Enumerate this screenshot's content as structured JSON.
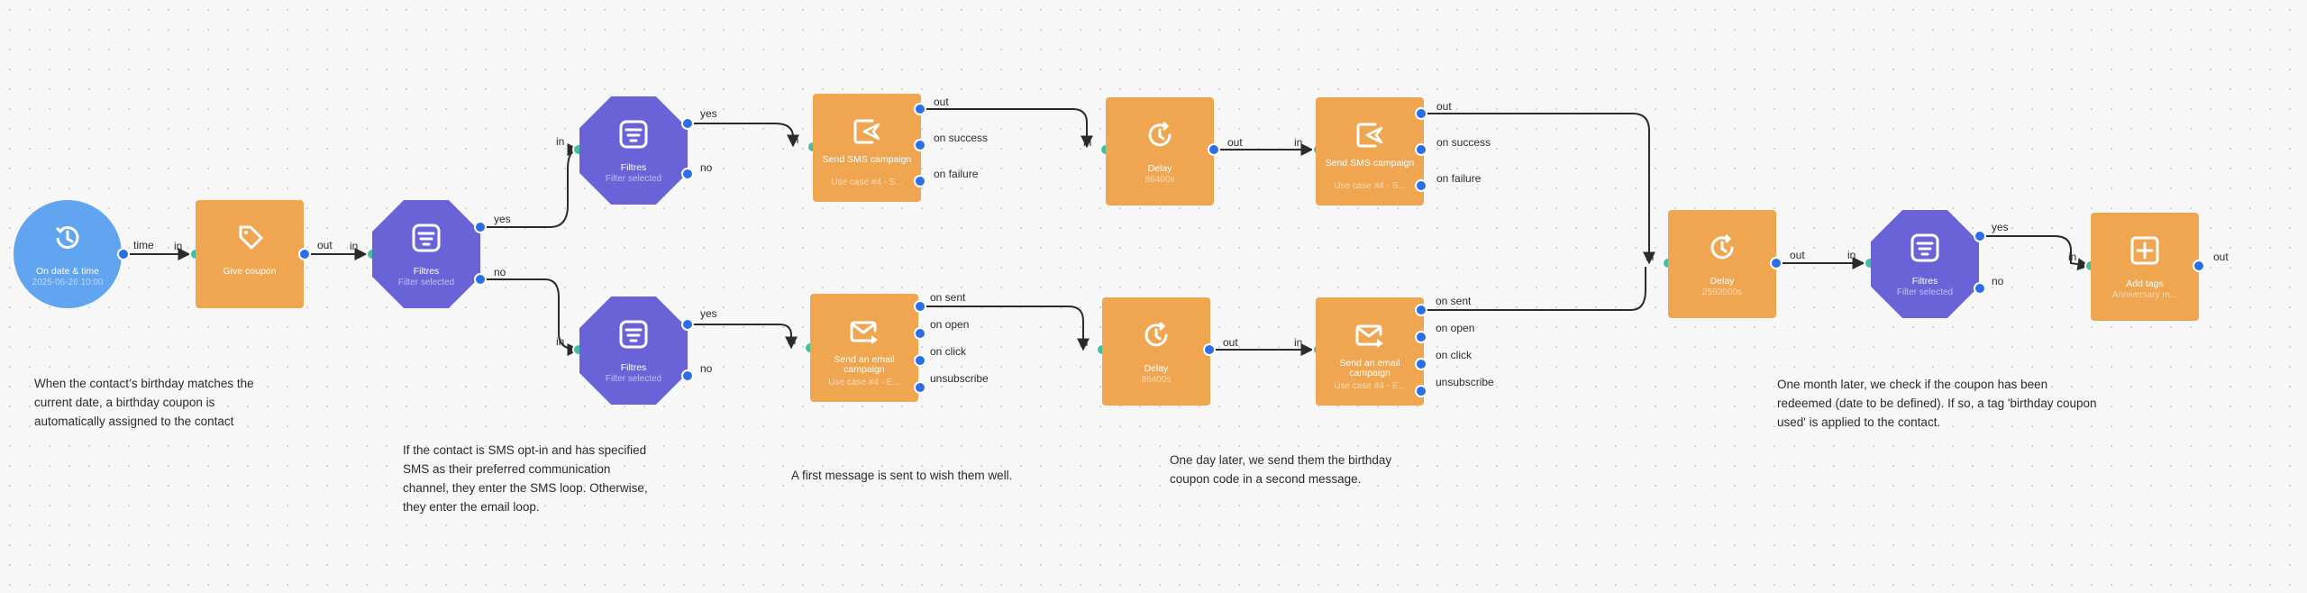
{
  "nodes": {
    "trigger": {
      "title": "On date & time",
      "sub": "2025-06-26 10:00"
    },
    "give_coupon": {
      "title": "Give coupon"
    },
    "filter1": {
      "title": "Filtres",
      "sub": "Filter selected"
    },
    "filter_sms": {
      "title": "Filtres",
      "sub": "Filter selected"
    },
    "filter_email": {
      "title": "Filtres",
      "sub": "Filter selected"
    },
    "sms1": {
      "title": "Send SMS campaign",
      "sub": "Use case #4 - S..."
    },
    "email1": {
      "title": "Send an email campaign",
      "sub": "Use case #4 - E..."
    },
    "delay_sms": {
      "title": "Delay",
      "sub": "86400s"
    },
    "delay_email": {
      "title": "Delay",
      "sub": "86400s"
    },
    "sms2": {
      "title": "Send SMS campaign",
      "sub": "Use case #4 - S..."
    },
    "email2": {
      "title": "Send an email campaign",
      "sub": "Use case #4 - E..."
    },
    "delay_month": {
      "title": "Delay",
      "sub": "2592000s"
    },
    "filter_final": {
      "title": "Filtres",
      "sub": "Filter selected"
    },
    "add_tags": {
      "title": "Add tags",
      "sub": "Anniversary m..."
    }
  },
  "labels": {
    "time": "time",
    "in": "in",
    "out": "out",
    "yes": "yes",
    "no": "no",
    "on_success": "on success",
    "on_failure": "on failure",
    "on_sent": "on sent",
    "on_open": "on open",
    "on_click": "on click",
    "unsubscribe": "unsubscribe"
  },
  "notes": {
    "n1": [
      "When the contact’s birthday matches the",
      "current date, a birthday coupon is",
      "automatically assigned to the contact"
    ],
    "n2": [
      "If the contact is SMS opt-in and has specified",
      "SMS as their preferred communication",
      "channel, they enter the SMS loop. Otherwise,",
      "they enter the email loop."
    ],
    "n3": [
      "A first message is sent to wish them well."
    ],
    "n4": [
      "One day later, we send them the birthday",
      "coupon code in a second message."
    ],
    "n5": [
      "One month later, we check if the coupon has been",
      "redeemed (date to be defined). If so, a tag 'birthday coupon",
      "used' is applied to the contact."
    ]
  },
  "colors": {
    "action": "#f0a651",
    "filter": "#6a63d8",
    "trigger": "#61a4ef",
    "out_port": "#2c6ee8",
    "in_port": "#3fbfa4",
    "wire": "#2b2b2b"
  },
  "icons": {
    "trigger": "clock-refresh-icon",
    "give_coupon": "tag-icon",
    "filter": "filter-lines-icon",
    "sms": "sms-send-icon",
    "email": "email-send-icon",
    "delay": "delay-timer-icon",
    "add_tags": "plus-box-icon"
  }
}
